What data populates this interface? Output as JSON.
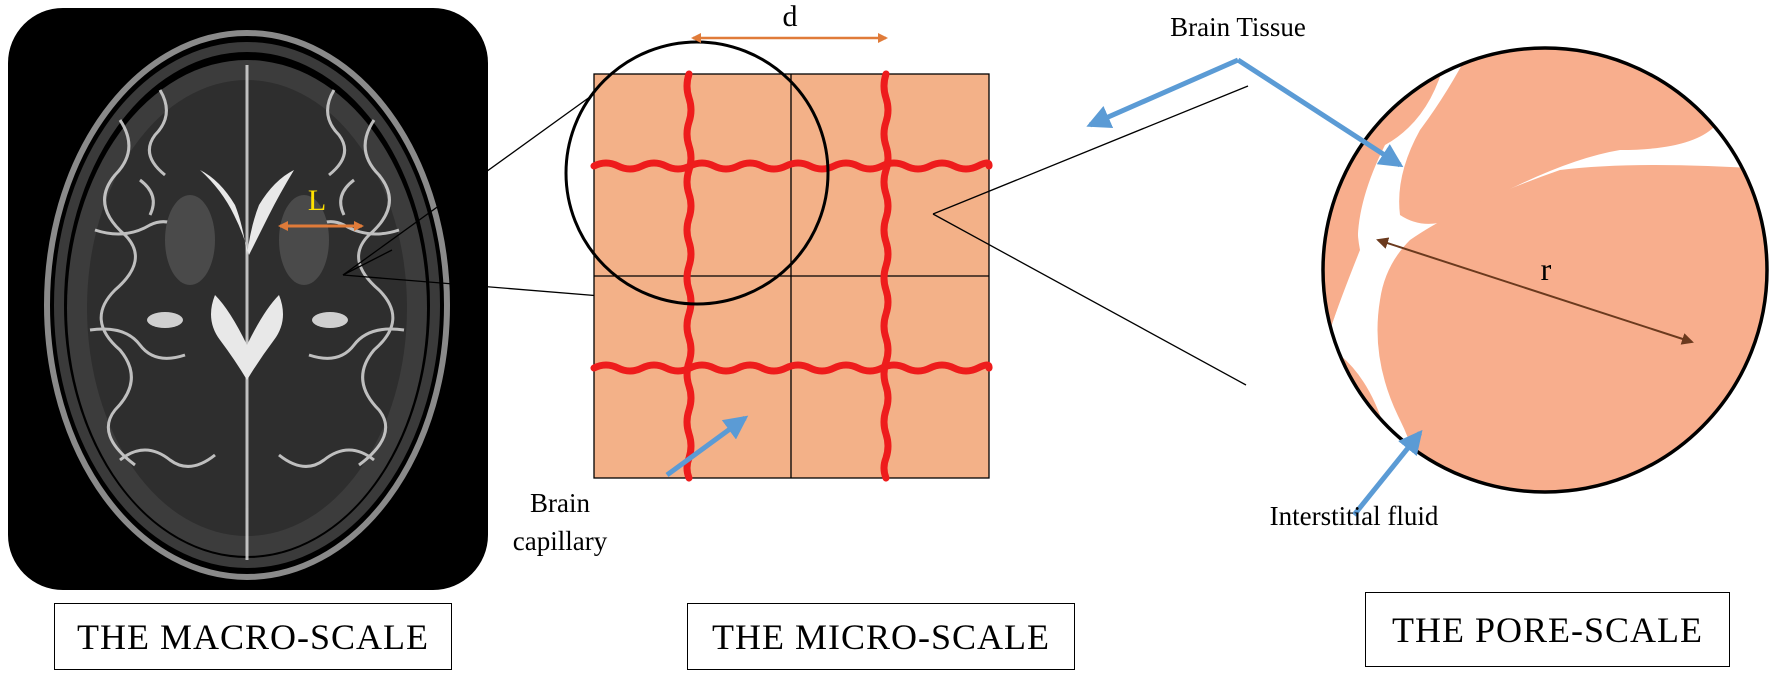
{
  "macro": {
    "length_label": "L",
    "caption": "THE MACRO-SCALE"
  },
  "micro": {
    "spacing_label": "d",
    "capillary_label_line1": "Brain",
    "capillary_label_line2": "capillary",
    "caption": "THE MICRO-SCALE"
  },
  "pore": {
    "tissue_label": "Brain Tissue",
    "radius_label": "r",
    "fluid_label": "Interstitial fluid",
    "caption": "THE PORE-SCALE"
  },
  "colors": {
    "tissue": "#f3b188",
    "pore_tissue": "#f8ae8d",
    "capillary": "#ee1c1c",
    "arrow_blue": "#5b9bd5",
    "arrow_orange": "#e07b39",
    "arrow_brown": "#6b3a1e",
    "mri_label": "#ffe100"
  }
}
